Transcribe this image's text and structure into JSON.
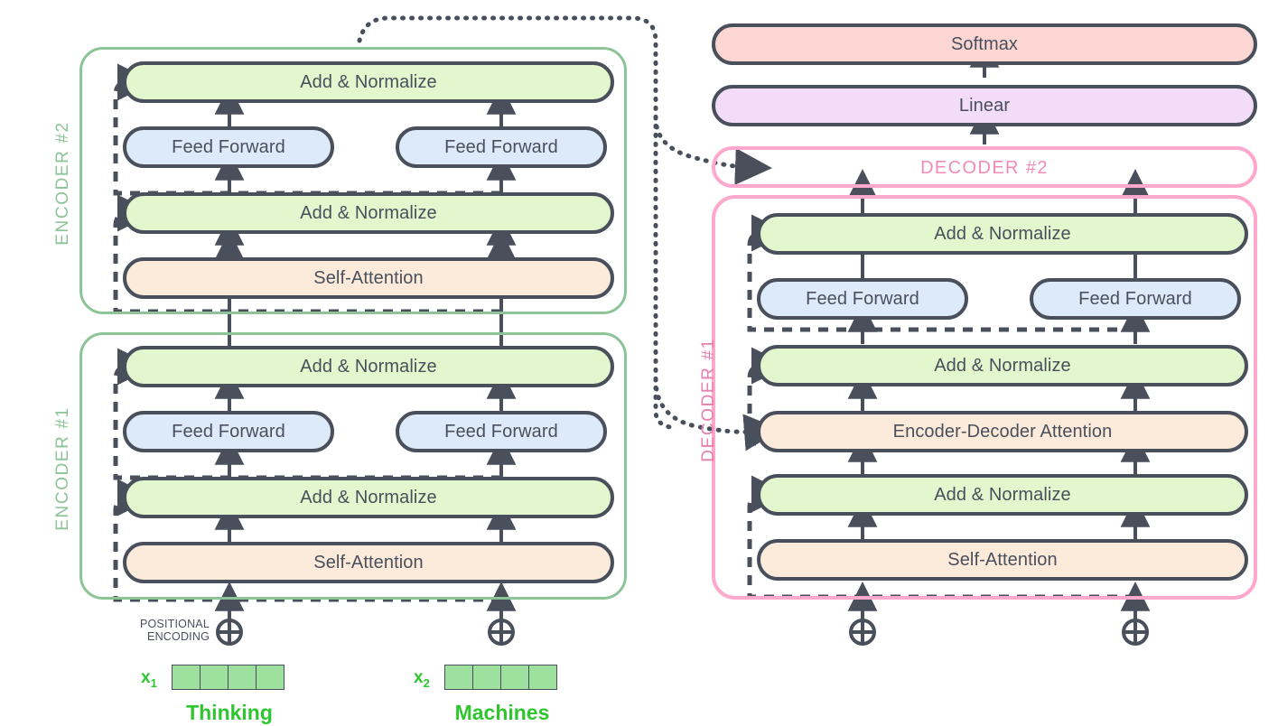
{
  "diagram": {
    "title": "Transformer encoder-decoder architecture",
    "colors": {
      "add_norm": "#e2f7cd",
      "feed_forward": "#ddeaf9",
      "attention": "#fcebda",
      "softmax": "#fbd6d2",
      "linear": "#f3dcf8",
      "encoder_frame": "#8cc497",
      "decoder_frame": "#ffa8cd",
      "decoder_label": "#e87fae",
      "stroke": "#4a4f5c",
      "embedding_green": "#9ee09e",
      "word_green": "#2fc52f"
    }
  },
  "encoder_stack": {
    "encoder2": {
      "label": "ENCODER #2",
      "blocks": [
        {
          "name": "add-normalize-top",
          "label": "Add & Normalize",
          "type": "add_norm"
        },
        {
          "name": "feed-forward-left",
          "label": "Feed Forward",
          "type": "feed_forward"
        },
        {
          "name": "feed-forward-right",
          "label": "Feed Forward",
          "type": "feed_forward"
        },
        {
          "name": "add-normalize-bottom",
          "label": "Add & Normalize",
          "type": "add_norm"
        },
        {
          "name": "self-attention",
          "label": "Self-Attention",
          "type": "attention"
        }
      ]
    },
    "encoder1": {
      "label": "ENCODER #1",
      "blocks": [
        {
          "name": "add-normalize-top",
          "label": "Add & Normalize",
          "type": "add_norm"
        },
        {
          "name": "feed-forward-left",
          "label": "Feed Forward",
          "type": "feed_forward"
        },
        {
          "name": "feed-forward-right",
          "label": "Feed Forward",
          "type": "feed_forward"
        },
        {
          "name": "add-normalize-bottom",
          "label": "Add & Normalize",
          "type": "add_norm"
        },
        {
          "name": "self-attention",
          "label": "Self-Attention",
          "type": "attention"
        }
      ]
    }
  },
  "decoder_stack": {
    "softmax": {
      "label": "Softmax"
    },
    "linear": {
      "label": "Linear"
    },
    "decoder2": {
      "label": "DECODER #2"
    },
    "decoder1": {
      "label": "DECODER #1",
      "blocks": [
        {
          "name": "add-normalize-top",
          "label": "Add & Normalize",
          "type": "add_norm"
        },
        {
          "name": "feed-forward-left",
          "label": "Feed Forward",
          "type": "feed_forward"
        },
        {
          "name": "feed-forward-right",
          "label": "Feed Forward",
          "type": "feed_forward"
        },
        {
          "name": "add-normalize-middle",
          "label": "Add & Normalize",
          "type": "add_norm"
        },
        {
          "name": "encoder-decoder-attention",
          "label": "Encoder-Decoder Attention",
          "type": "attention"
        },
        {
          "name": "add-normalize-bottom",
          "label": "Add & Normalize",
          "type": "add_norm"
        },
        {
          "name": "self-attention",
          "label": "Self-Attention",
          "type": "attention"
        }
      ]
    }
  },
  "inputs": {
    "positional_encoding_label_line1": "POSITIONAL",
    "positional_encoding_label_line2": "ENCODING",
    "plus_icon": "plus-circle-icon",
    "tokens": [
      {
        "x_label": "x",
        "x_sub": "1",
        "word": "Thinking",
        "cells": 4
      },
      {
        "x_label": "x",
        "x_sub": "2",
        "word": "Machines",
        "cells": 4
      }
    ]
  }
}
